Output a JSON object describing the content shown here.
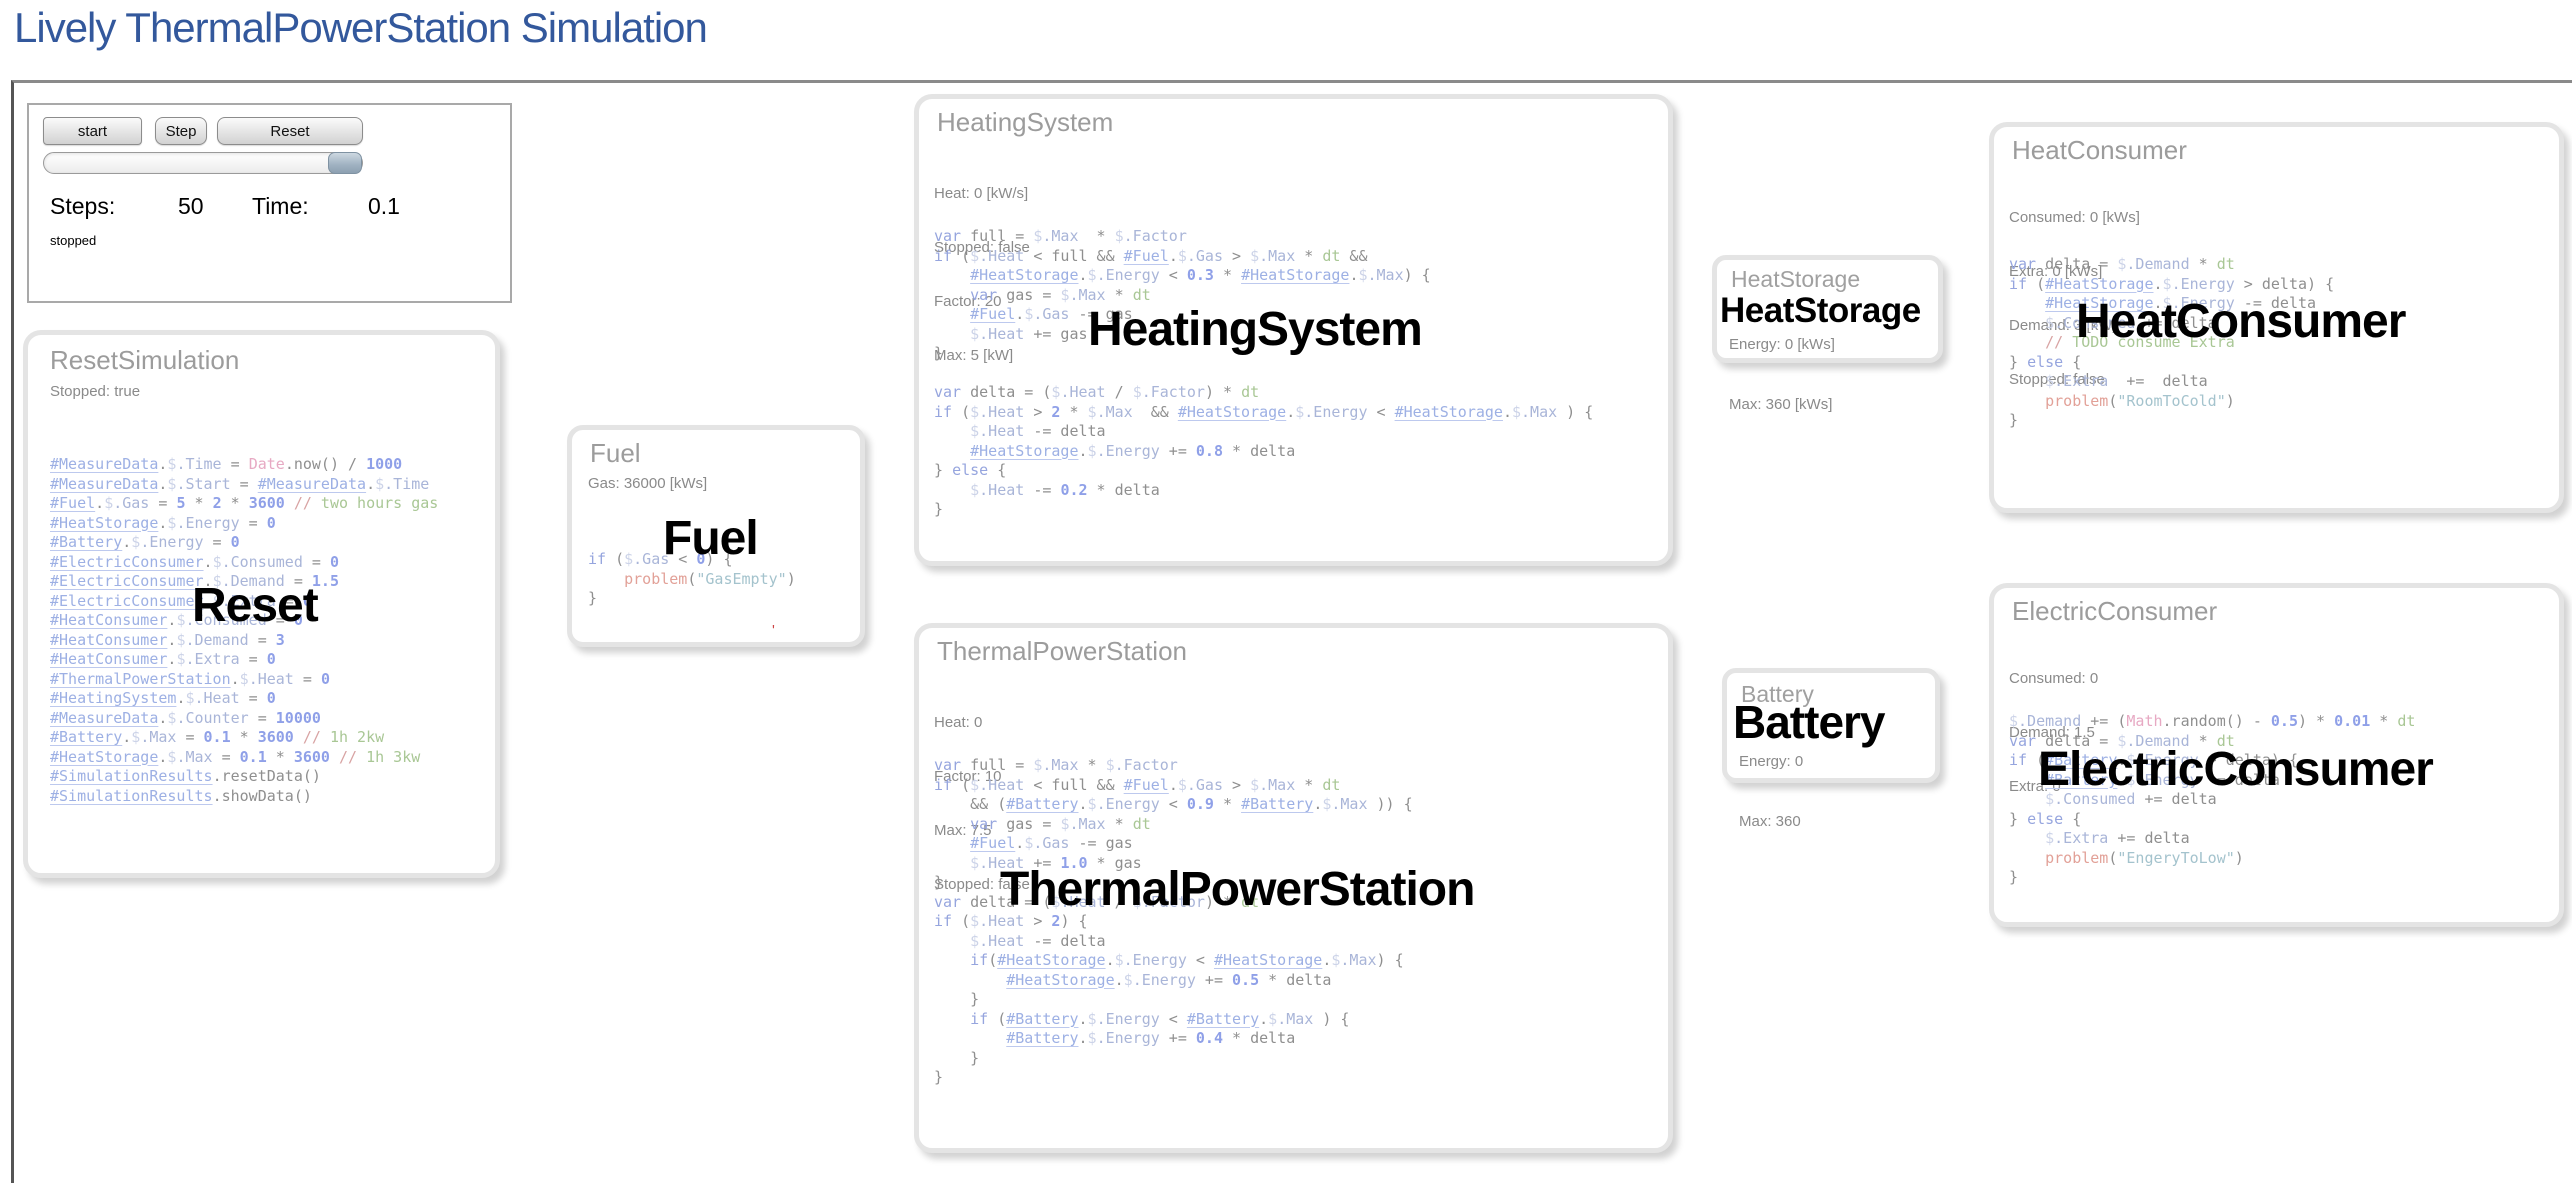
{
  "page": {
    "title": "Lively ThermalPowerStation Simulation"
  },
  "controls": {
    "start_label": "start",
    "step_label": "Step",
    "reset_label": "Reset",
    "steps_label": "Steps:",
    "steps_value": "50",
    "time_label": "Time:",
    "time_value": "0.1",
    "status": "stopped"
  },
  "colors": {
    "title_blue": "#33589c",
    "box_border": "#e4e4e4",
    "meta_gray": "#8a8a8a",
    "overlay_black": "#000000",
    "stray_red": "#cc4444"
  },
  "boxes": {
    "reset_simulation": {
      "title": "ResetSimulation",
      "meta": [
        "Stopped: true"
      ],
      "overlay": "Reset",
      "code": [
        "#MeasureData.$.Time = Date.now() / 1000",
        "#MeasureData.$.Start = #MeasureData.$.Time",
        "#Fuel.$.Gas = 5 * 2 * 3600 // two hours gas",
        "#HeatStorage.$.Energy = 0",
        "#Battery.$.Energy = 0",
        "#ElectricConsumer.$.Consumed = 0",
        "#ElectricConsumer.$.Demand = 1.5",
        "#ElectricConsumer.$.Extra = 0",
        "#HeatConsumer.$.Consumed = 0",
        "#HeatConsumer.$.Demand = 3",
        "#HeatConsumer.$.Extra = 0",
        "#ThermalPowerStation.$.Heat = 0",
        "#HeatingSystem.$.Heat = 0",
        "#MeasureData.$.Counter = 10000",
        "#Battery.$.Max = 0.1 * 3600 // 1h 2kw",
        "#HeatStorage.$.Max = 0.1 * 3600 // 1h 3kw",
        "#SimulationResults.resetData()",
        "#SimulationResults.showData()"
      ]
    },
    "fuel": {
      "title": "Fuel",
      "meta": [
        "Gas: 36000 [kWs]"
      ],
      "overlay": "Fuel",
      "stray_mark": "'",
      "code": [
        "if ($.Gas < 0) {",
        "    problem(\"GasEmpty\")",
        "}"
      ]
    },
    "heating_system": {
      "title": "HeatingSystem",
      "meta": [
        "Heat: 0 [kW/s]",
        "Stopped: false",
        "Factor: 20",
        "Max: 5 [kW]"
      ],
      "overlay": "HeatingSystem",
      "code": [
        "var full = $.Max  * $.Factor",
        "if ($.Heat < full && #Fuel.$.Gas > $.Max * dt &&",
        "    #HeatStorage.$.Energy < 0.3 * #HeatStorage.$.Max) {",
        "    var gas = $.Max * dt",
        "    #Fuel.$.Gas -= gas",
        "    $.Heat += gas",
        "}",
        "",
        "var delta = ($.Heat / $.Factor) * dt",
        "if ($.Heat > 2 * $.Max  && #HeatStorage.$.Energy < #HeatStorage.$.Max ) {",
        "    $.Heat -= delta",
        "    #HeatStorage.$.Energy += 0.8 * delta",
        "} else {",
        "    $.Heat -= 0.2 * delta",
        "}"
      ]
    },
    "thermal_power_station": {
      "title": "ThermalPowerStation",
      "meta": [
        "Heat: 0",
        "Factor: 10",
        "Max: 7.5",
        "Stopped: false"
      ],
      "overlay": "ThermalPowerStation",
      "code": [
        "var full = $.Max * $.Factor",
        "if ($.Heat < full && #Fuel.$.Gas > $.Max * dt",
        "    && (#Battery.$.Energy < 0.9 * #Battery.$.Max )) {",
        "    var gas = $.Max * dt",
        "    #Fuel.$.Gas -= gas",
        "    $.Heat += 1.0 * gas",
        "}",
        "var delta = ($.Heat / $.Factor) * dt",
        "if ($.Heat > 2) {",
        "    $.Heat -= delta",
        "    if(#HeatStorage.$.Energy < #HeatStorage.$.Max) {",
        "        #HeatStorage.$.Energy += 0.5 * delta",
        "    }",
        "    if (#Battery.$.Energy < #Battery.$.Max ) {",
        "        #Battery.$.Energy += 0.4 * delta",
        "    }",
        "}"
      ]
    },
    "heat_storage": {
      "title": "HeatStorage",
      "meta": [
        "Energy: 0 [kWs]",
        "Max: 360 [kWs]"
      ],
      "overlay": "HeatStorage"
    },
    "battery": {
      "title": "Battery",
      "meta": [
        "Energy: 0",
        "Max: 360"
      ],
      "overlay": "Battery"
    },
    "heat_consumer": {
      "title": "HeatConsumer",
      "meta": [
        "Consumed: 0 [kWs]",
        "Extra: 0 [kWs]",
        "Demand: 3 [kW]",
        "Stopped: false"
      ],
      "overlay": "HeatConsumer",
      "code": [
        "var delta = $.Demand * dt",
        "if (#HeatStorage.$.Energy > delta) {",
        "    #HeatStorage.$.Energy -= delta",
        "    $.Consumed += delta",
        "    // TODO consume Extra",
        "} else {",
        "    $.Extra  +=  delta",
        "    problem(\"RoomToCold\")",
        "}"
      ]
    },
    "electric_consumer": {
      "title": "ElectricConsumer",
      "meta": [
        "Consumed: 0",
        "Demand: 1.5",
        "Extra: 0"
      ],
      "overlay": "ElectricConsumer",
      "code": [
        "$.Demand += (Math.random() - 0.5) * 0.01 * dt",
        "var delta = $.Demand * dt",
        "if (#Battery.$.Energy > delta) {",
        "    #Battery.$.Energy -= delta",
        "    $.Consumed += delta",
        "} else {",
        "    $.Extra += delta",
        "    problem(\"EngeryToLow\")",
        "}"
      ]
    }
  }
}
